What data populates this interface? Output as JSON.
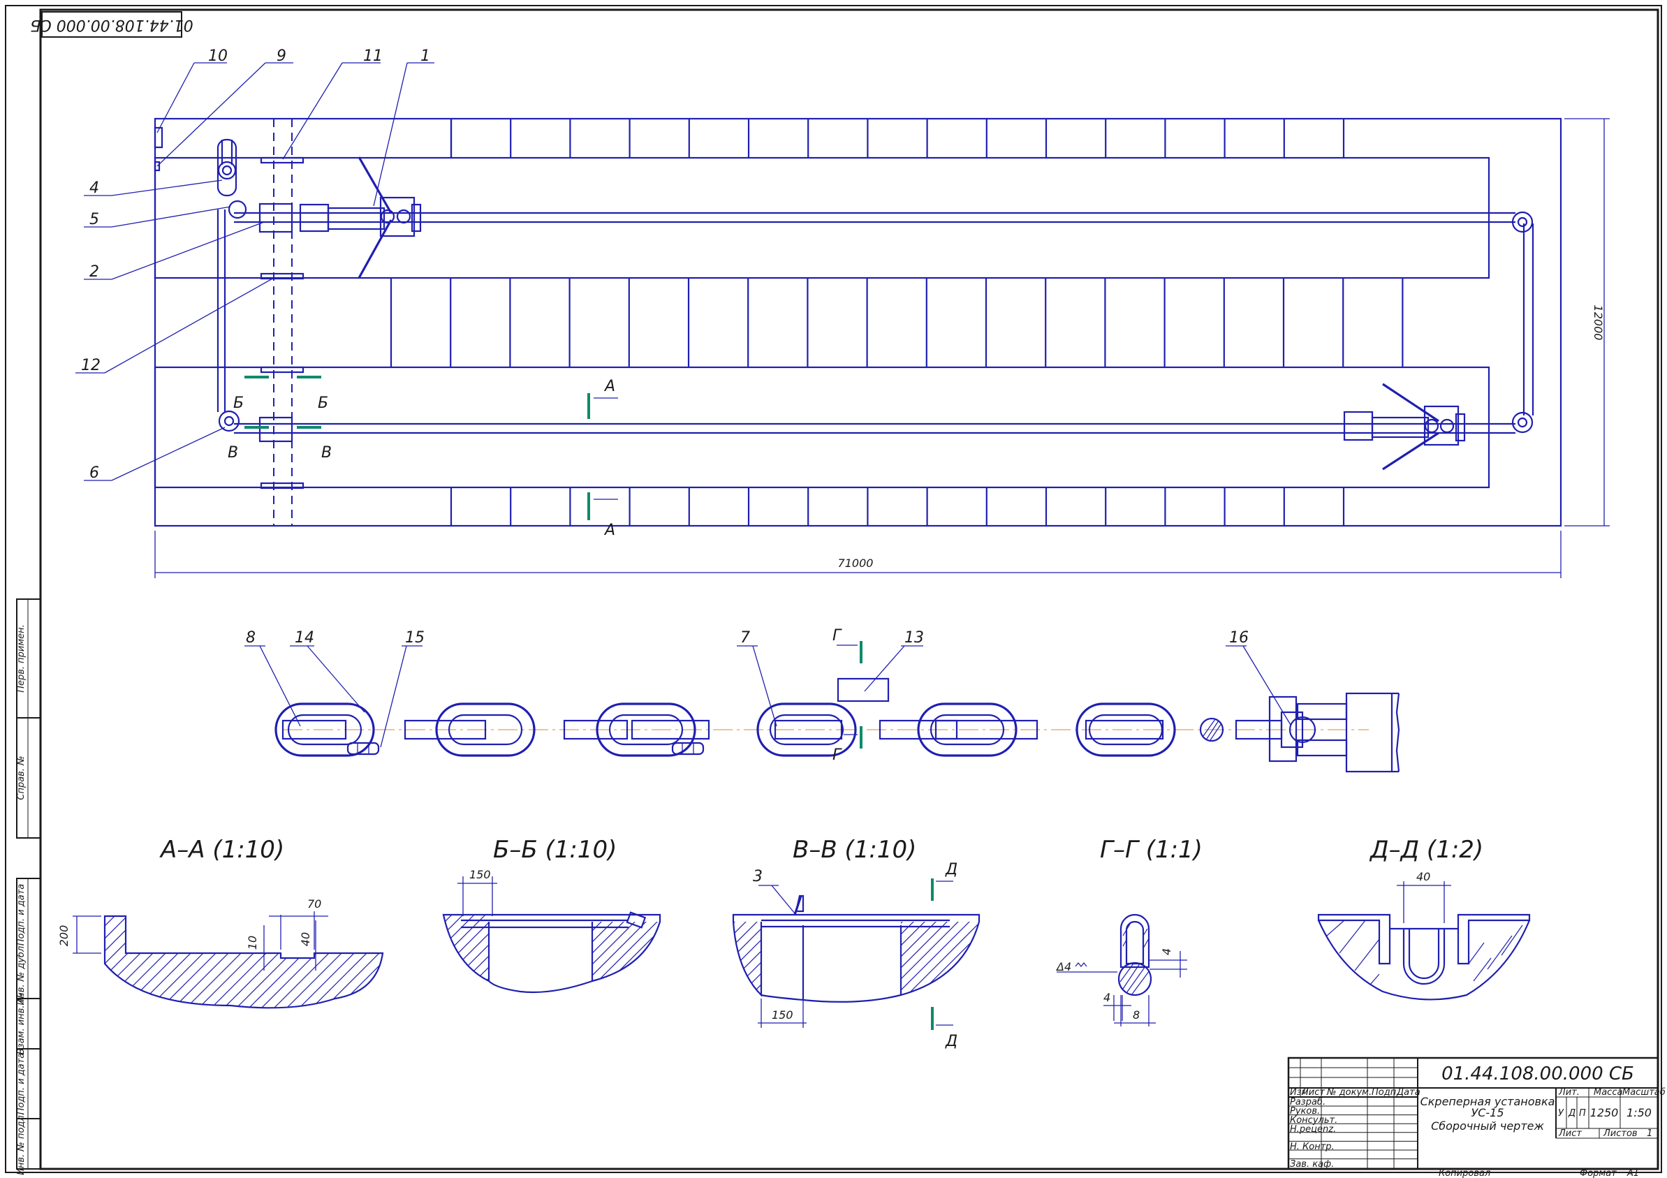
{
  "stamp_code_rotated": "01.44.108.00.000 СБ",
  "callouts": {
    "c10": "10",
    "c9": "9",
    "c11": "11",
    "c1": "1",
    "c4": "4",
    "c5": "5",
    "c2": "2",
    "c12": "12",
    "c6": "6",
    "c8": "8",
    "c14": "14",
    "c15": "15",
    "c7": "7",
    "c13": "13",
    "c16": "16",
    "c3": "3"
  },
  "cut_marks": {
    "a": "А",
    "b": "Б",
    "v": "В",
    "g": "Г",
    "d": "Д"
  },
  "dimensions": {
    "length": "71000",
    "width": "12000",
    "aa_200": "200",
    "aa_70": "70",
    "aa_10": "10",
    "aa_40": "40",
    "bb_150": "150",
    "vv_150": "150",
    "gg_4_top": "4",
    "gg_4_left": "4",
    "gg_8": "8",
    "gg_weld": "Δ4",
    "dd_40": "40"
  },
  "sections": {
    "aa": "А–А (1:10)",
    "bb": "Б–Б (1:10)",
    "vv": "В–В  (1:10)",
    "gg": "Г–Г  (1:1)",
    "dd": "Д–Д  (1:2)"
  },
  "side_stamps": {
    "perv_primen": "Перв. примен.",
    "sprav": "Справ. №",
    "podp_data1": "Подп. и дата",
    "inv_dubl": "Инв. № дубл.",
    "vzam_inv": "Взам. инв. №",
    "podp_data2": "Подп. и дата",
    "inv_podl": "Инв. № подл."
  },
  "title_block": {
    "code": "01.44.108.00.000 СБ",
    "name_line1": "Скреперная установка",
    "name_line2": "УС-15",
    "doc_type": "Сборочный чертеж",
    "col_izm": "Изм.",
    "col_list": "Лист",
    "col_doc": "№ докум.",
    "col_podp": "Подп.",
    "col_data": "Дата",
    "row_razrab": "Разраб.",
    "row_ruk": "Руков.",
    "row_kons": "Консульт.",
    "row_nkontr_pre": "Н.рецenz.",
    "row_nkontr": "Н. Контр.",
    "row_utv": "Зав. каф.",
    "lit_header": "Лит.",
    "mass_header": "Масса",
    "scale_header": "Масштаб",
    "lit1": "У",
    "lit2": "Д",
    "lit3": "П",
    "mass": "1250",
    "scale": "1:50",
    "sheet": "Лист",
    "sheets": "Листов",
    "sheets_val": "1",
    "copied": "Копировал",
    "format": "Формат",
    "format_val": "А1"
  }
}
